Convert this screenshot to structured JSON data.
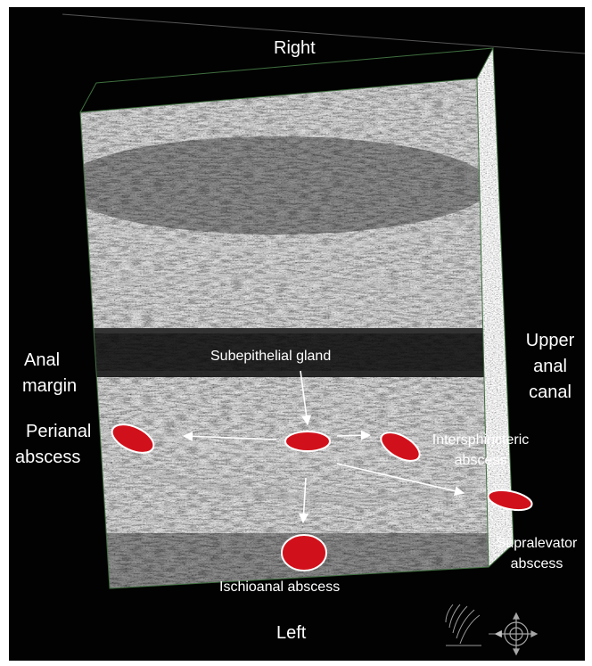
{
  "orientation": {
    "top": "Right",
    "bottom": "Left",
    "left_line1": "Anal",
    "left_line2": "margin",
    "right_line1": "Upper",
    "right_line2": "anal",
    "right_line3": "canal"
  },
  "labels": {
    "subepithelial": "Subepithelial gland",
    "perianal_line1": "Perianal",
    "perianal_line2": "abscess",
    "intersphincteric_line1": "Intersphincteric",
    "intersphincteric_line2": "abscess",
    "supralevator_line1": "Supralevator",
    "supralevator_line2": "abscess",
    "ischioanal": "Ischioanal abscess"
  },
  "colors": {
    "background": "#020202",
    "abscess_fill": "#d0111b",
    "abscess_stroke": "#ffffff",
    "arrow": "#ffffff",
    "frame": "#3f6f3f",
    "text": "#ffffff"
  },
  "icons": [
    "probe-scan-icon",
    "arrow-right-icon",
    "crosshair-compass-icon"
  ]
}
